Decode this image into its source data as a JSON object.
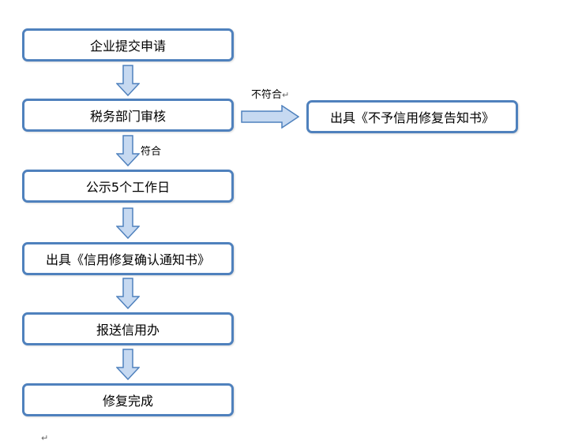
{
  "steps": {
    "submit": "企业提交申请",
    "review": "税务部门审核",
    "publicize": "公示5个工作日",
    "confirm_notice": "出具《信用修复确认通知书》",
    "report": "报送信用办",
    "complete": "修复完成",
    "reject_notice": "出具《不予信用修复告知书》"
  },
  "edge_labels": {
    "not_compliant": "不符合",
    "compliant": "符合"
  },
  "colors": {
    "box_border": "#4f81bd",
    "arrow_fill": "#c6d9f1",
    "arrow_stroke": "#4f81bd"
  },
  "icons": {
    "paragraph_mark": "↵"
  }
}
